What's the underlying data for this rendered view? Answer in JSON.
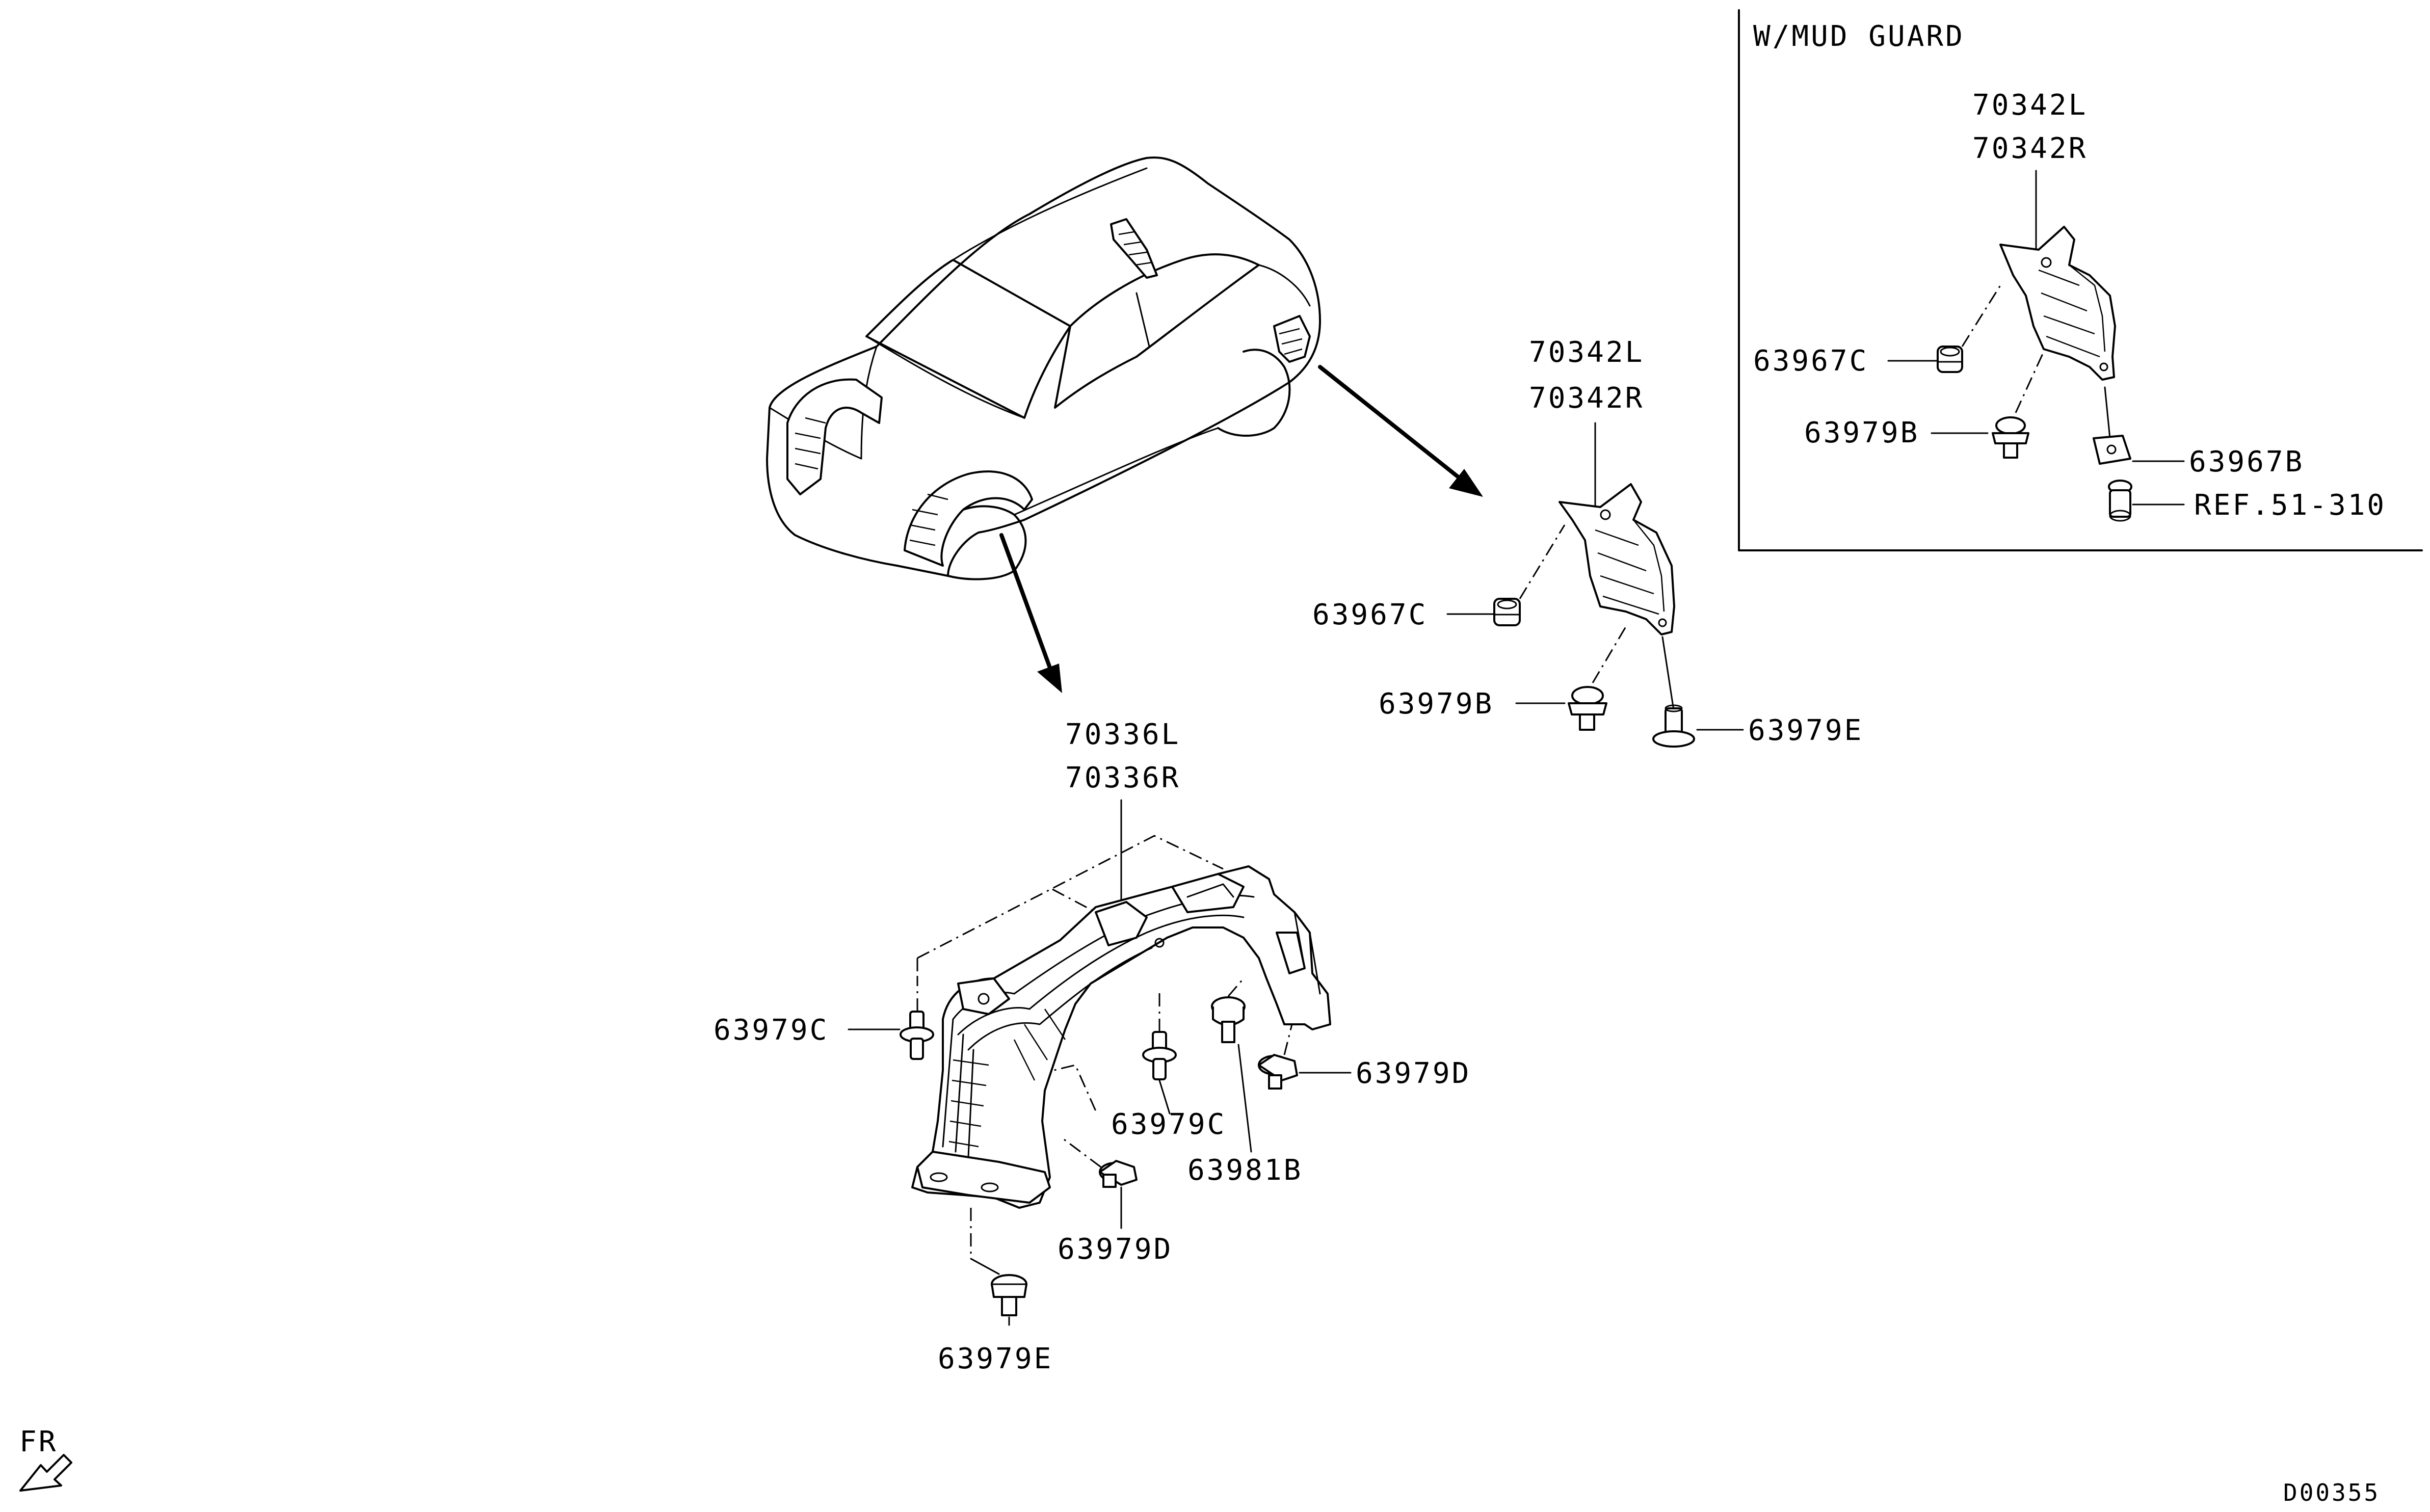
{
  "inset": {
    "title": "W/MUD GUARD",
    "labels": {
      "mudguard_l": "70342L",
      "mudguard_r": "70342R",
      "nut": "63967C",
      "clip": "63979B",
      "clip_b": "63967B",
      "ref": "REF.51-310"
    }
  },
  "rear_liner": {
    "labels": {
      "part_l": "70342L",
      "part_r": "70342R",
      "nut": "63967C",
      "clip_b": "63979B",
      "clip_e": "63979E"
    }
  },
  "front_liner": {
    "labels": {
      "part_l": "70336L",
      "part_r": "70336R",
      "clip_c_left": "63979C",
      "clip_c_mid": "63979C",
      "screw": "63981B",
      "clip_d_right": "63979D",
      "clip_d_bottom": "63979D",
      "clip_e": "63979E"
    }
  },
  "direction": {
    "label": "FR"
  },
  "diagram_code": "D00355"
}
